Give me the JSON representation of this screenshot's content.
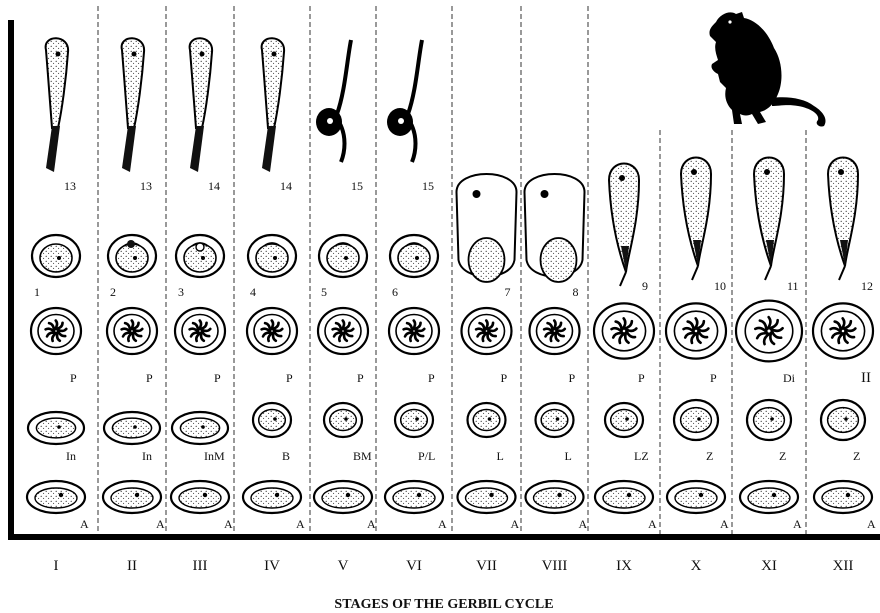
{
  "title": "STAGES OF THE GERBIL CYCLE",
  "stages": [
    {
      "roman": "I",
      "sperm_step": "13",
      "round_step": "1",
      "pach": "P",
      "inter": "In",
      "a": "A"
    },
    {
      "roman": "II",
      "sperm_step": "13",
      "round_step": "2",
      "pach": "P",
      "inter": "In",
      "a": "A"
    },
    {
      "roman": "III",
      "sperm_step": "14",
      "round_step": "3",
      "pach": "P",
      "inter": "InM",
      "a": "A"
    },
    {
      "roman": "IV",
      "sperm_step": "14",
      "round_step": "4",
      "pach": "P",
      "inter": "B",
      "a": "A"
    },
    {
      "roman": "V",
      "sperm_step": "15",
      "round_step": "5",
      "pach": "P",
      "inter": "BM",
      "a": "A"
    },
    {
      "roman": "VI",
      "sperm_step": "15",
      "round_step": "6",
      "pach": "P",
      "inter": "P/L",
      "a": "A"
    },
    {
      "roman": "VII",
      "sperm_step": "",
      "round_step": "7",
      "pach": "P",
      "inter": "L",
      "a": "A"
    },
    {
      "roman": "VIII",
      "sperm_step": "",
      "round_step": "8",
      "pach": "P",
      "inter": "L",
      "a": "A"
    },
    {
      "roman": "IX",
      "sperm_step": "",
      "round_step": "9",
      "pach": "P",
      "inter": "LZ",
      "a": "A"
    },
    {
      "roman": "X",
      "sperm_step": "",
      "round_step": "10",
      "pach": "P",
      "inter": "Z",
      "a": "A"
    },
    {
      "roman": "XI",
      "sperm_step": "",
      "round_step": "11",
      "pach": "Di",
      "inter": "Z",
      "a": "A"
    },
    {
      "roman": "XII",
      "sperm_step": "",
      "round_step": "12",
      "pach": "II",
      "inter": "Z",
      "a": "A"
    }
  ]
}
